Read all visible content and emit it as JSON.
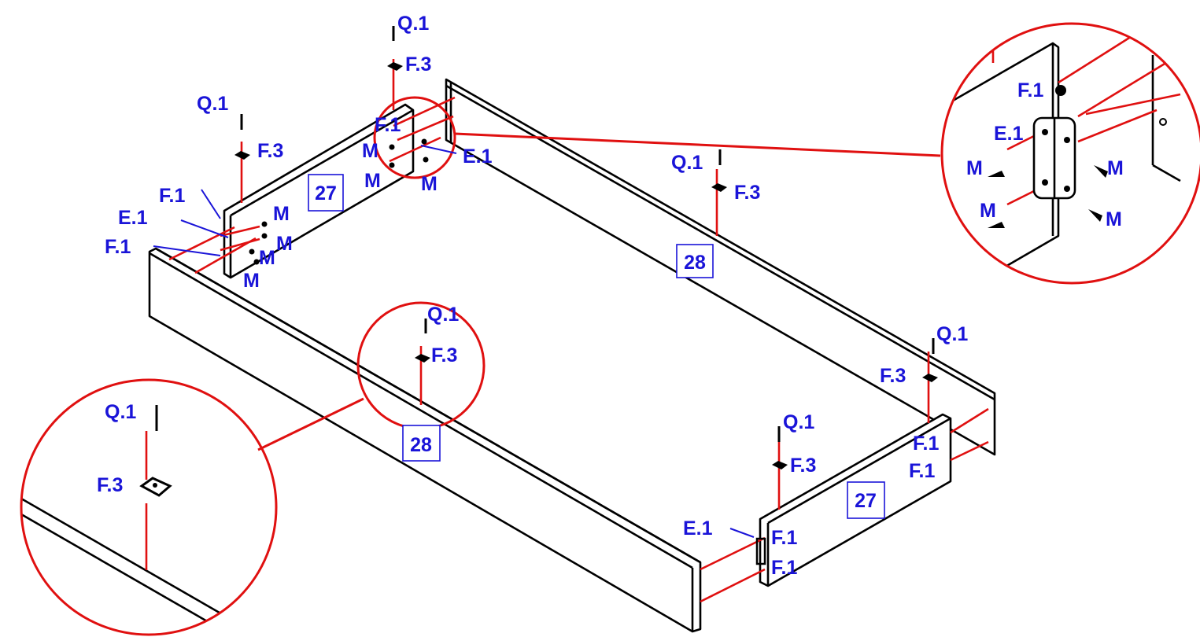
{
  "colors": {
    "label": "#1a14d8",
    "guide_line": "#e01010",
    "outline": "#000000"
  },
  "parts": {
    "panel_27_back": "27",
    "panel_28_back": "28",
    "panel_28_front": "28",
    "panel_27_front": "27"
  },
  "hardware": {
    "q1": "Q.1",
    "f3": "F.3",
    "f1": "F.1",
    "e1": "E.1",
    "m": "M"
  }
}
